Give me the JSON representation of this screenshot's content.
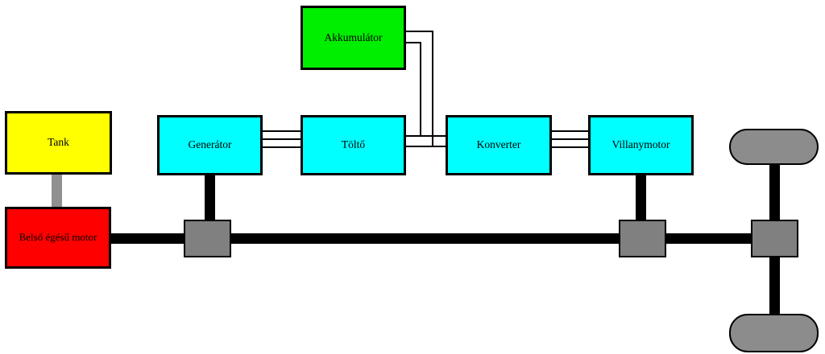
{
  "diagram": {
    "background": "#ffffff",
    "blocks": {
      "akkumulator": {
        "label": "Akkumulátor",
        "fill": "#00ee00"
      },
      "tank": {
        "label": "Tank",
        "fill": "#ffff00"
      },
      "generator": {
        "label": "Generátor",
        "fill": "#00ffff"
      },
      "tolto": {
        "label": "Töltő",
        "fill": "#00ffff"
      },
      "konverter": {
        "label": "Konverter",
        "fill": "#00ffff"
      },
      "villanymotor": {
        "label": "Villanymotor",
        "fill": "#00ffff"
      },
      "belso_egesu_motor": {
        "label": "Belső égésű motor",
        "fill": "#ff0000"
      }
    },
    "mechanical": {
      "shaft_color": "#000000",
      "coupling_fill": "#808080",
      "wheel_fill": "#8c8c8c",
      "fuel_line_fill": "#909090",
      "wheels": 2,
      "couplings": 3
    },
    "connections": {
      "tank_to_belso_egesu_motor": {
        "type": "fuel",
        "wires": 1
      },
      "generator_to_tolto": {
        "type": "electrical",
        "wires": 3
      },
      "tolto_to_konverter": {
        "type": "electrical",
        "wires": 2
      },
      "akkumulator_to_dc_link": {
        "type": "electrical",
        "wires": 2
      },
      "konverter_to_villanymotor": {
        "type": "electrical",
        "wires": 3
      },
      "belso_egesu_motor_to_axle": {
        "type": "mechanical",
        "wires": 1
      },
      "generator_to_shaft": {
        "type": "mechanical",
        "wires": 1
      },
      "villanymotor_to_shaft": {
        "type": "mechanical",
        "wires": 1
      },
      "wire_color": "#000000"
    }
  }
}
